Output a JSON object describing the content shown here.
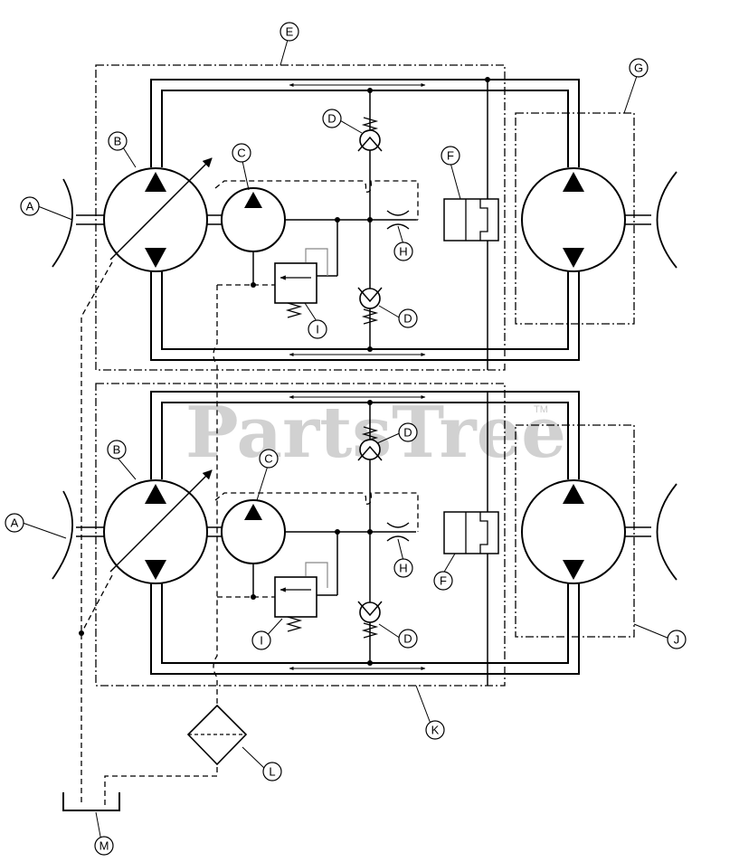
{
  "watermark": {
    "text": "PartsTree",
    "tm": "TM"
  },
  "callouts": {
    "A": "A",
    "B": "B",
    "C": "C",
    "D": "D",
    "E": "E",
    "F": "F",
    "G": "G",
    "H": "H",
    "I": "I",
    "J": "J",
    "K": "K",
    "L": "L",
    "M": "M"
  }
}
